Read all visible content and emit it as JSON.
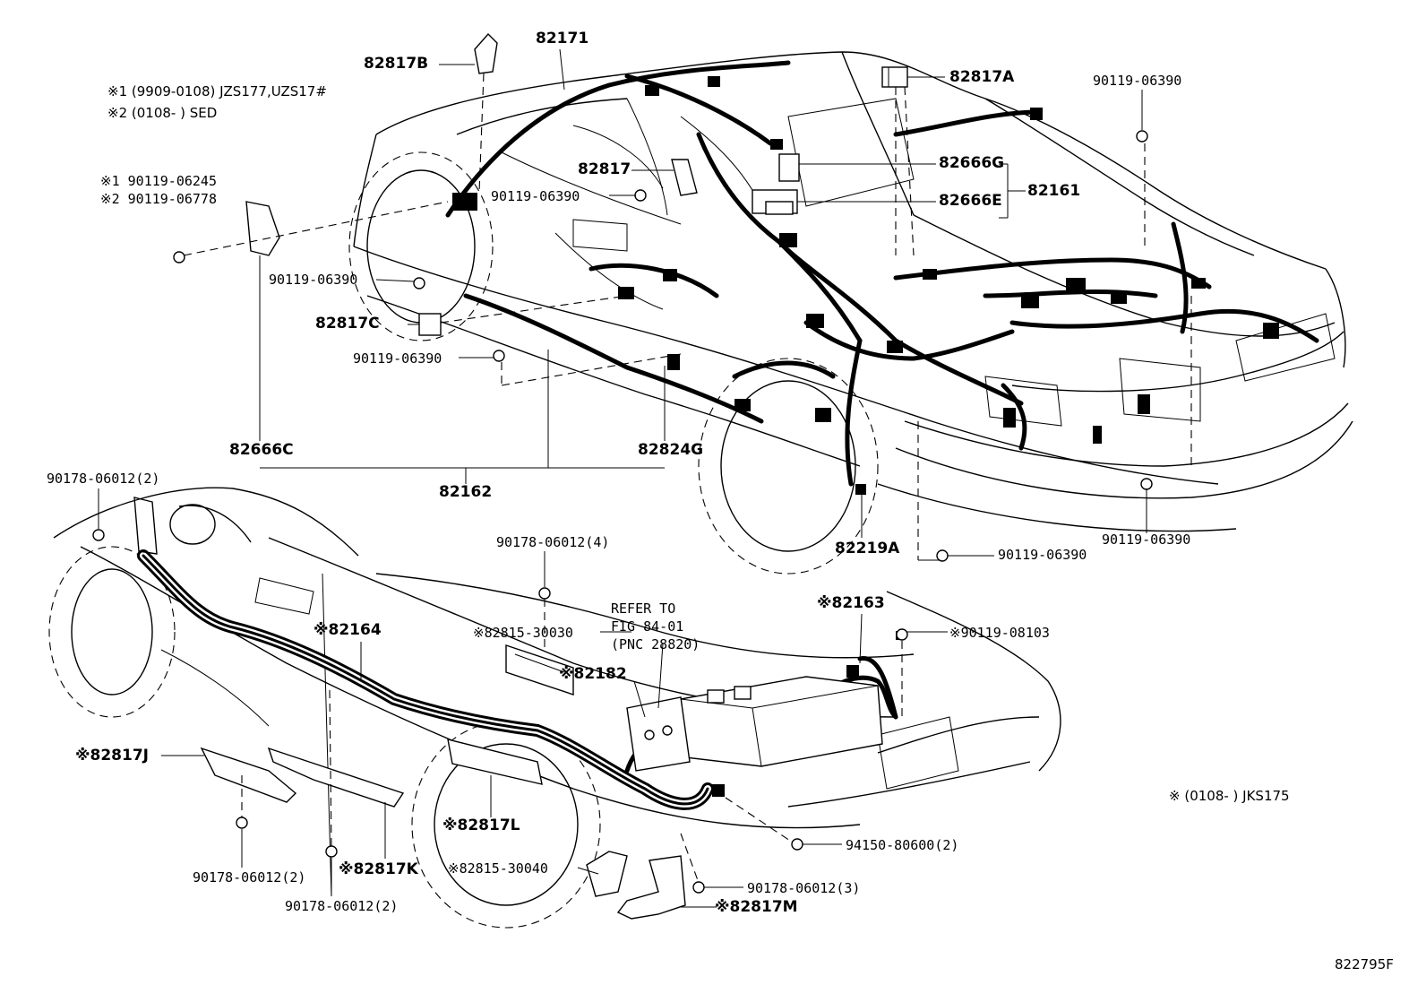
{
  "notes": {
    "n1": "※1 (9909-0108) JZS177,UZS17#",
    "n2": "※2 (0108-      ) SED",
    "n3": "※ (0108-      ) JKS175"
  },
  "labels": {
    "p82817B": "82817B",
    "p82171": "82171",
    "p82817A": "82817A",
    "p90119_06390_tr": "90119-06390",
    "p90119_06245": "※1 90119-06245",
    "p90119_06778": "※2 90119-06778",
    "p82817": "82817",
    "p90119_06390_mid": "90119-06390",
    "p82666G": "82666G",
    "p82161": "82161",
    "p82666E": "82666E",
    "p90119_06390_left": "90119-06390",
    "p82817C": "82817C",
    "p90119_06390_low": "90119-06390",
    "p82666C": "82666C",
    "p82824G": "82824G",
    "p82162": "82162",
    "p90178_06012_2_tl": "90178-06012(2)",
    "p82219A": "82219A",
    "p90119_06390_br": "90119-06390",
    "p90119_06390_bot": "90119-06390",
    "p90178_06012_4": "90178-06012(4)",
    "refer1": "REFER TO",
    "refer2": "FIG 84-01",
    "refer3": "(PNC 28820)",
    "p82163": "※82163",
    "p90119_08103": "※90119-08103",
    "p82164": "※82164",
    "p82815_30030": "※82815-30030",
    "p82182": "※82182",
    "p82817J": "※82817J",
    "p82817L": "※82817L",
    "p94150_80600": "94150-80600(2)",
    "p82815_30040": "※82815-30040",
    "p90178_06012_3": "90178-06012(3)",
    "p82817K": "※82817K",
    "p90178_06012_2_bl": "90178-06012(2)",
    "p90178_06012_2_bm": "90178-06012(2)",
    "p82817M": "※82817M",
    "figno": "822795F"
  }
}
